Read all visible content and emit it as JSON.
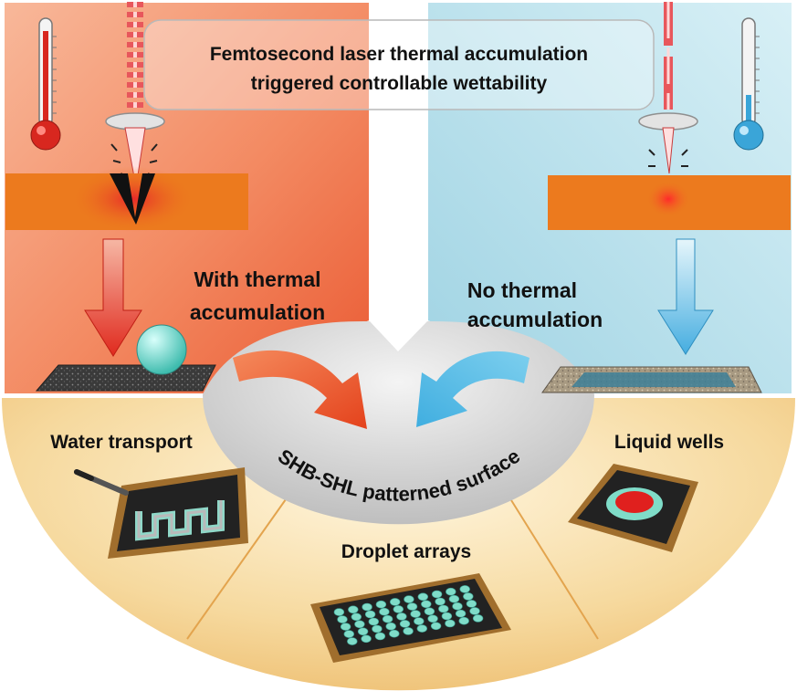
{
  "title": {
    "line1": "Femtosecond laser thermal accumulation",
    "line2": "triggered controllable wettability"
  },
  "left_panel": {
    "label_line1": "With thermal",
    "label_line2": "accumulation"
  },
  "right_panel": {
    "label_line1": "No thermal",
    "label_line2": "accumulation"
  },
  "center": {
    "arc_text": "SHB-SHL patterned surface"
  },
  "applications": [
    {
      "label": "Water transport"
    },
    {
      "label": "Droplet arrays"
    },
    {
      "label": "Liquid wells"
    }
  ],
  "colors": {
    "left_panel_bg": "#f37a56",
    "right_panel_bg": "#aed9e6",
    "fan_bg": "#f2c77e",
    "orange_slab": "#ec7a1e",
    "red_arrow": "#e8432a",
    "blue_arrow": "#5bbbe0",
    "cold_thermometer": "#3aa5d8",
    "hot_thermometer": "#d8271f",
    "droplet": "#66d3c8"
  },
  "icons": [
    "hot-thermometer-icon",
    "cold-thermometer-icon",
    "laser-beam-icon",
    "lens-icon",
    "droplet-icon",
    "pipette-icon"
  ]
}
